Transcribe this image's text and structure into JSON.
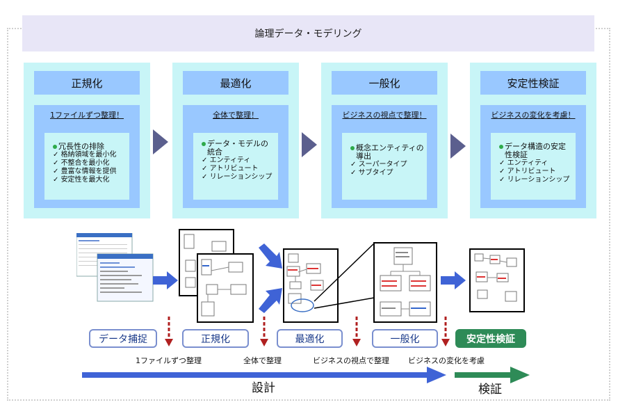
{
  "title": "論理データ・モデリング",
  "phases": [
    {
      "head": "正規化",
      "sub": "1ファイルずつ整理！",
      "bullet": "冗長性の排除",
      "checks": [
        "格納領域を最小化",
        "不整合を最小化",
        "豊富な情報を提供",
        "安定性を最大化"
      ]
    },
    {
      "head": "最適化",
      "sub": "全体で整理！",
      "bullet": "データ・モデルの統合",
      "checks": [
        "エンティティ",
        "アトリビュート",
        "リレーションシップ"
      ]
    },
    {
      "head": "一般化",
      "sub": "ビジネスの視点で整理！",
      "bullet": "概念エンティティの導出",
      "checks": [
        "スーパータイプ",
        "サブタイプ"
      ]
    },
    {
      "head": "安定性検証",
      "sub": "ビジネスの変化を考慮！",
      "bullet": "データ構造の安定性検証",
      "checks": [
        "エンティティ",
        "アトリビュート",
        "リレーションシップ"
      ]
    }
  ],
  "stages": [
    "データ捕捉",
    "正規化",
    "最適化",
    "一般化",
    "安定性検証"
  ],
  "captions": [
    "1ファイルずつ整理",
    "全体で整理",
    "ビジネスの視点で整理",
    "ビジネスの変化を考慮"
  ],
  "flow": {
    "design": "設計",
    "verify": "検証"
  },
  "colors": {
    "phase_bg": "#c8f5f7",
    "phase_head": "#99c8ff",
    "chevron": "#5b5f8e",
    "design_arrow": "#3f63d6",
    "verify_arrow": "#2e8b57",
    "dashed_arrow": "#b02020"
  }
}
